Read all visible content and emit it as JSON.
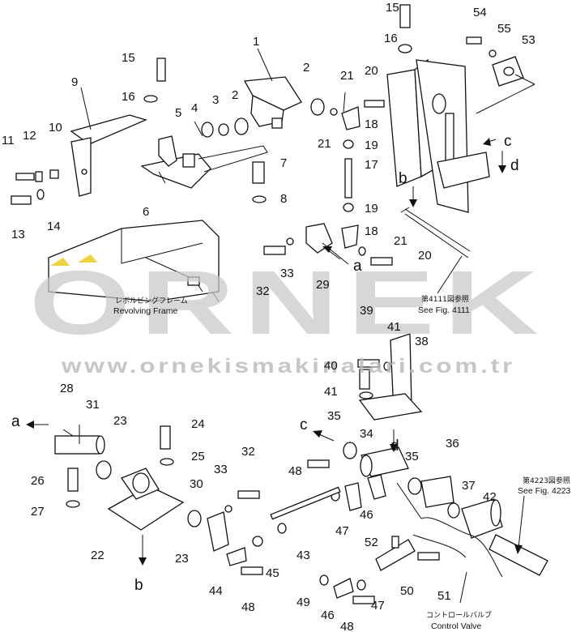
{
  "callouts": [
    {
      "id": "c1",
      "text": "1"
    },
    {
      "id": "c2a",
      "text": "2"
    },
    {
      "id": "c2b",
      "text": "2"
    },
    {
      "id": "c3",
      "text": "3"
    },
    {
      "id": "c4",
      "text": "4"
    },
    {
      "id": "c5",
      "text": "5"
    },
    {
      "id": "c6",
      "text": "6"
    },
    {
      "id": "c7",
      "text": "7"
    },
    {
      "id": "c8",
      "text": "8"
    },
    {
      "id": "c9",
      "text": "9"
    },
    {
      "id": "c10",
      "text": "10"
    },
    {
      "id": "c11",
      "text": "11"
    },
    {
      "id": "c12",
      "text": "12"
    },
    {
      "id": "c13",
      "text": "13"
    },
    {
      "id": "c14",
      "text": "14"
    },
    {
      "id": "c15a",
      "text": "15"
    },
    {
      "id": "c15b",
      "text": "15"
    },
    {
      "id": "c16a",
      "text": "16"
    },
    {
      "id": "c16b",
      "text": "16"
    },
    {
      "id": "c17",
      "text": "17"
    },
    {
      "id": "c18a",
      "text": "18"
    },
    {
      "id": "c18b",
      "text": "18"
    },
    {
      "id": "c19a",
      "text": "19"
    },
    {
      "id": "c19b",
      "text": "19"
    },
    {
      "id": "c20a",
      "text": "20"
    },
    {
      "id": "c20b",
      "text": "20"
    },
    {
      "id": "c21a",
      "text": "21"
    },
    {
      "id": "c21b",
      "text": "21"
    },
    {
      "id": "c21c",
      "text": "21"
    },
    {
      "id": "c22",
      "text": "22"
    },
    {
      "id": "c23a",
      "text": "23"
    },
    {
      "id": "c23b",
      "text": "23"
    },
    {
      "id": "c24",
      "text": "24"
    },
    {
      "id": "c25",
      "text": "25"
    },
    {
      "id": "c26",
      "text": "26"
    },
    {
      "id": "c27",
      "text": "27"
    },
    {
      "id": "c28",
      "text": "28"
    },
    {
      "id": "c29",
      "text": "29"
    },
    {
      "id": "c30",
      "text": "30"
    },
    {
      "id": "c31",
      "text": "31"
    },
    {
      "id": "c32a",
      "text": "32"
    },
    {
      "id": "c32b",
      "text": "32"
    },
    {
      "id": "c33a",
      "text": "33"
    },
    {
      "id": "c33b",
      "text": "33"
    },
    {
      "id": "c34",
      "text": "34"
    },
    {
      "id": "c35a",
      "text": "35"
    },
    {
      "id": "c35b",
      "text": "35"
    },
    {
      "id": "c36",
      "text": "36"
    },
    {
      "id": "c37",
      "text": "37"
    },
    {
      "id": "c38",
      "text": "38"
    },
    {
      "id": "c39",
      "text": "39"
    },
    {
      "id": "c40",
      "text": "40"
    },
    {
      "id": "c41a",
      "text": "41"
    },
    {
      "id": "c41b",
      "text": "41"
    },
    {
      "id": "c42",
      "text": "42"
    },
    {
      "id": "c43",
      "text": "43"
    },
    {
      "id": "c44",
      "text": "44"
    },
    {
      "id": "c45",
      "text": "45"
    },
    {
      "id": "c46a",
      "text": "46"
    },
    {
      "id": "c46b",
      "text": "46"
    },
    {
      "id": "c47a",
      "text": "47"
    },
    {
      "id": "c47b",
      "text": "47"
    },
    {
      "id": "c48a",
      "text": "48"
    },
    {
      "id": "c48b",
      "text": "48"
    },
    {
      "id": "c48c",
      "text": "48"
    },
    {
      "id": "c49",
      "text": "49"
    },
    {
      "id": "c50",
      "text": "50"
    },
    {
      "id": "c51",
      "text": "51"
    },
    {
      "id": "c52",
      "text": "52"
    },
    {
      "id": "c53",
      "text": "53"
    },
    {
      "id": "c54",
      "text": "54"
    },
    {
      "id": "c55",
      "text": "55"
    }
  ],
  "ref_letters": [
    {
      "id": "ra1",
      "text": "a"
    },
    {
      "id": "ra2",
      "text": "a"
    },
    {
      "id": "rb1",
      "text": "b"
    },
    {
      "id": "rb2",
      "text": "b"
    },
    {
      "id": "rc1",
      "text": "c"
    },
    {
      "id": "rc2",
      "text": "c"
    },
    {
      "id": "rd1",
      "text": "d"
    },
    {
      "id": "rd2",
      "text": "d"
    }
  ],
  "notes": {
    "revolving_frame_jp": "レボルビングフレーム",
    "revolving_frame_en": "Revolving Frame",
    "fig4111_jp": "第4111図参照",
    "fig4111_en": "See Fig. 4111",
    "fig4223_jp": "第4223図参照",
    "fig4223_en": "See Fig. 4223",
    "control_valve_jp": "コントロールバルブ",
    "control_valve_en": "Control Valve"
  },
  "watermark": {
    "brand": "ORNEK",
    "url": "www.ornekismakinalari.com.tr",
    "color": "#c8c8c8"
  }
}
